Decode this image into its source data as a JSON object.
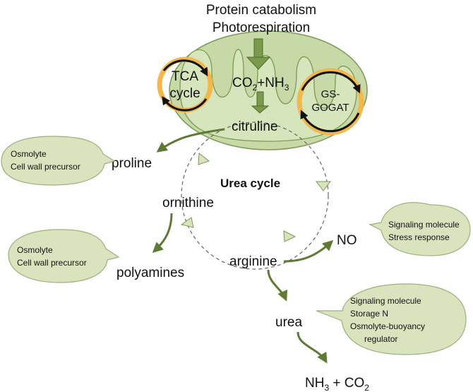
{
  "header": {
    "line1": "Protein catabolism",
    "line2": "Photorespiration"
  },
  "mitochondrion": {
    "tca_line1": "TCA",
    "tca_line2": "cycle",
    "co2_nh3_prefix": "CO",
    "co2_sub": "2",
    "co2_nh3_middle": "+NH",
    "nh3_sub": "3",
    "gs_line1": "GS-",
    "gs_line2": "GOGAT"
  },
  "cycle": {
    "title": "Urea cycle",
    "citruline": "citruline",
    "ornithine": "ornithine",
    "arginine": "arginine"
  },
  "products": {
    "proline": "proline",
    "polyamines": "polyamines",
    "no": "NO",
    "urea": "urea",
    "final_prefix": "NH",
    "final_sub": "3",
    "final_suffix": " + CO",
    "final_sub2": "2"
  },
  "bubbles": {
    "proline": [
      "Osmolyte",
      "Cell wall precursor"
    ],
    "polyamines": [
      "Osmolyte",
      "Cell wall precursor"
    ],
    "no": [
      "Signaling molecule",
      "Stress response"
    ],
    "urea": [
      "Signaling molecule",
      "Storage N",
      "Osmolyte-buoyancy",
      "regulator"
    ]
  },
  "colors": {
    "mito_fill": "#c6d9a6",
    "mito_stroke": "#7a9a52",
    "arrow": "#5f7a35",
    "bubble_fill": "#d9e4bf",
    "bubble_stroke": "#9bb07a",
    "cycle_ring": "#f2b84b"
  }
}
